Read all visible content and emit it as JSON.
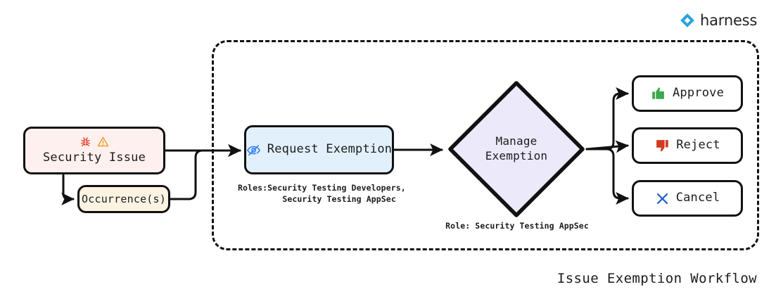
{
  "brand": {
    "name": "harness",
    "logo_icon": "harness-diamond-logo",
    "accent_color": "#29a3e0"
  },
  "diagram": {
    "title": "Issue Exemption Workflow",
    "type": "flowchart",
    "group_container": {
      "name": "exemption-workflow-boundary",
      "border_style": "dashed",
      "border_color": "#111111"
    }
  },
  "nodes": [
    {
      "id": "security-issue",
      "label": "Security Issue",
      "shape": "rounded-rect",
      "fill": "#fdf0ee",
      "icons": [
        "bug-icon",
        "warning-triangle-icon"
      ],
      "icon_colors": [
        "#e8412c",
        "#f0a030"
      ]
    },
    {
      "id": "occurrences",
      "label": "Occurrence(s)",
      "shape": "rounded-rect",
      "fill": "#fdf3e3",
      "icons": []
    },
    {
      "id": "request-exemption",
      "label": "Request Exemption",
      "shape": "rounded-rect",
      "fill": "#e1f0fb",
      "icons": [
        "eye-slash-icon"
      ],
      "icon_colors": [
        "#3b82f6"
      ]
    },
    {
      "id": "manage-exemption",
      "label_line1": "Manage",
      "label_line2": "Exemption",
      "shape": "diamond",
      "fill": "#ece9fb",
      "icons": []
    },
    {
      "id": "approve",
      "label": "Approve",
      "shape": "rounded-rect",
      "fill": "#ffffff",
      "icons": [
        "thumbs-up-icon"
      ],
      "icon_colors": [
        "#3ba94c"
      ]
    },
    {
      "id": "reject",
      "label": "Reject",
      "shape": "rounded-rect",
      "fill": "#ffffff",
      "icons": [
        "thumbs-down-icon"
      ],
      "icon_colors": [
        "#d13b21"
      ]
    },
    {
      "id": "cancel",
      "label": "Cancel",
      "shape": "rounded-rect",
      "fill": "#ffffff",
      "icons": [
        "x-cross-icon"
      ],
      "icon_colors": [
        "#2563c9"
      ]
    }
  ],
  "captions": {
    "request_exemption_roles": "Roles:Security Testing Developers,\n        Security Testing AppSec",
    "manage_exemption_role": "Role: Security Testing AppSec"
  },
  "edges": [
    {
      "from": "security-issue",
      "to": "request-exemption"
    },
    {
      "from": "security-issue",
      "to": "occurrences"
    },
    {
      "from": "occurrences",
      "to": "request-exemption"
    },
    {
      "from": "request-exemption",
      "to": "manage-exemption"
    },
    {
      "from": "manage-exemption",
      "to": "approve"
    },
    {
      "from": "manage-exemption",
      "to": "reject"
    },
    {
      "from": "manage-exemption",
      "to": "cancel"
    }
  ]
}
